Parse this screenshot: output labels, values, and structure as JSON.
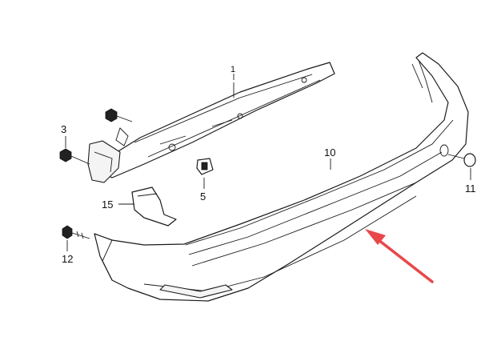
{
  "labels": {
    "bracket": "1",
    "bolt_left": "3",
    "clip": "5",
    "bumper_cover": "10",
    "cap": "11",
    "screw": "12",
    "cover_plate": "15"
  },
  "colors": {
    "line": "#1a1a1a",
    "arrow": "#e8484a",
    "background": "#ffffff"
  }
}
